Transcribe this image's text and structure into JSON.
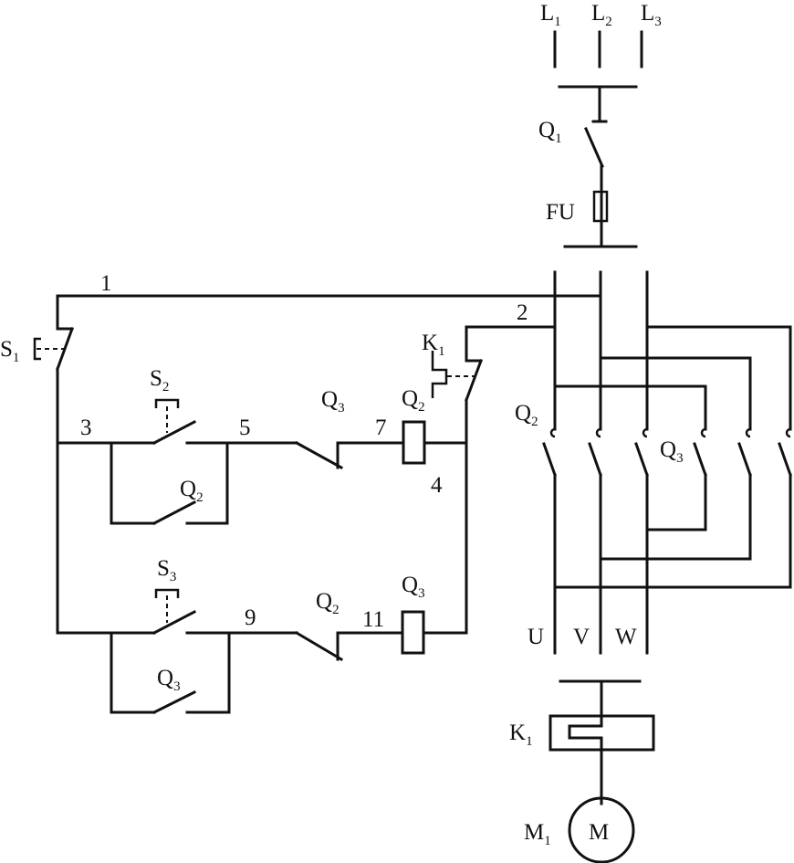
{
  "labels": {
    "l1": {
      "main": "L",
      "sub": "1"
    },
    "l2": {
      "main": "L",
      "sub": "2"
    },
    "l3": {
      "main": "L",
      "sub": "3"
    },
    "q1": {
      "main": "Q",
      "sub": "1"
    },
    "fu": {
      "main": "FU"
    },
    "k1_top": {
      "main": "K",
      "sub": "1"
    },
    "s1": {
      "main": "S",
      "sub": "1"
    },
    "s2": {
      "main": "S",
      "sub": "2"
    },
    "s3": {
      "main": "S",
      "sub": "3"
    },
    "q2_coil": {
      "main": "Q",
      "sub": "2"
    },
    "q3_coil": {
      "main": "Q",
      "sub": "3"
    },
    "q3_interlock": {
      "main": "Q",
      "sub": "3"
    },
    "q2_interlock": {
      "main": "Q",
      "sub": "2"
    },
    "q2_hold": {
      "main": "Q",
      "sub": "2"
    },
    "q3_hold": {
      "main": "Q",
      "sub": "3"
    },
    "q2_main": {
      "main": "Q",
      "sub": "2"
    },
    "q3_main": {
      "main": "Q",
      "sub": "3"
    },
    "k1_relay": {
      "main": "K",
      "sub": "1"
    },
    "m1": {
      "main": "M",
      "sub": "1"
    },
    "motor": {
      "main": "M"
    },
    "n1": {
      "main": "1"
    },
    "n2": {
      "main": "2"
    },
    "n3": {
      "main": "3"
    },
    "n4": {
      "main": "4"
    },
    "n5": {
      "main": "5"
    },
    "n7": {
      "main": "7"
    },
    "n9": {
      "main": "9"
    },
    "n11": {
      "main": "11"
    },
    "u": {
      "main": "U"
    },
    "v": {
      "main": "V"
    },
    "w": {
      "main": "W"
    }
  }
}
